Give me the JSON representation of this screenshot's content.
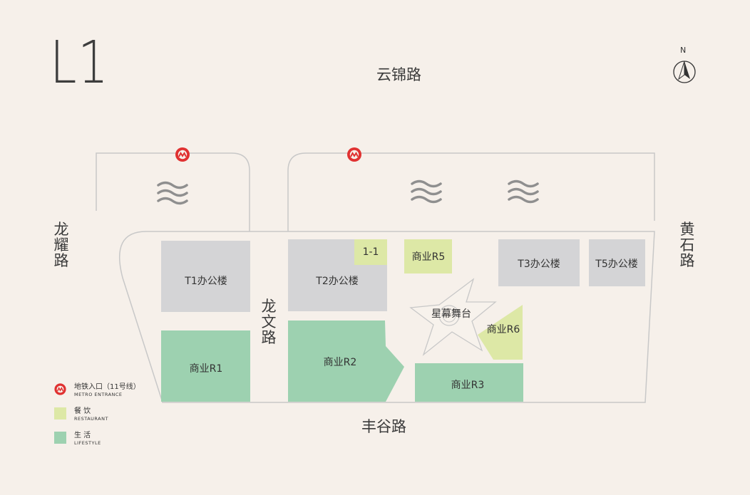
{
  "floor": "L1",
  "compass": {
    "label": "N",
    "icon": "north-arrow-icon"
  },
  "roads": {
    "north": "云锦路",
    "south": "丰谷路",
    "west": "龙耀路",
    "east": "黄石路",
    "middle": "龙文路"
  },
  "blocks": {
    "t1": "T1办公楼",
    "t2": "T2办公楼",
    "t3": "T3办公楼",
    "t5": "T5办公楼",
    "r1": "商业R1",
    "r2": "商业R2",
    "r3": "商业R3",
    "r5": "商业R5",
    "r6": "商业R6",
    "unit_1_1": "1-1",
    "stage": "星幕舞台"
  },
  "legend": {
    "metro": {
      "label": "地铁入口（11号线）",
      "sub": "METRO ENTRANCE",
      "icon": "metro-icon"
    },
    "restaurant": {
      "label": "餐 饮",
      "sub": "RESTAURANT",
      "color": "#dde8a6"
    },
    "lifestyle": {
      "label": "生 活",
      "sub": "LIFESTYLE",
      "color": "#9dd1b0"
    }
  },
  "colors": {
    "background": "#f6f0ea",
    "office": "#d4d4d6",
    "restaurant": "#dde8a6",
    "lifestyle": "#9dd1b0",
    "metro": "#e03131",
    "outline": "#c8c8c8"
  }
}
